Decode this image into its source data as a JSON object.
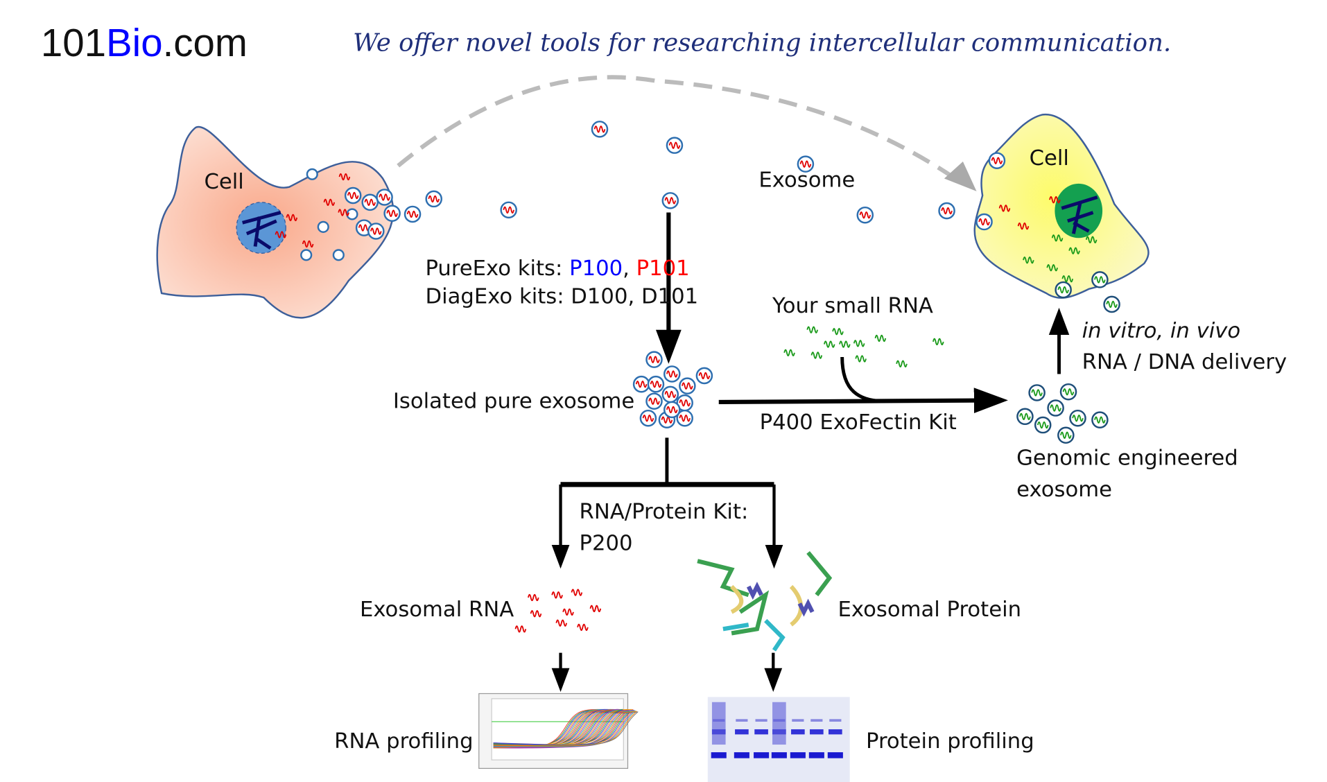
{
  "header": {
    "logo_prefix": "101",
    "logo_brand": "Bio",
    "logo_suffix": ".com",
    "tagline": "We offer novel tools for researching intercellular communication."
  },
  "diagram": {
    "source_cell_label": "Cell",
    "target_cell_label": "Cell",
    "exosome_label": "Exosome",
    "pureexo_prefix": "PureExo kits: ",
    "pureexo_p100": "P100",
    "pureexo_sep": ", ",
    "pureexo_p101": "P101",
    "diagexo": "DiagExo kits: D100, D101",
    "small_rna": "Your small RNA",
    "isolated": "Isolated pure exosome",
    "exofectin": "P400 ExoFectin Kit",
    "delivery_line1": "in vitro, in vivo",
    "delivery_line2": "RNA / DNA delivery",
    "engineered_line1": "Genomic engineered",
    "engineered_line2": "exosome",
    "rna_protein_kit_line1": "RNA/Protein Kit:",
    "rna_protein_kit_line2": "P200",
    "exosomal_rna": "Exosomal RNA",
    "exosomal_protein": "Exosomal Protein",
    "rna_profiling": "RNA profiling",
    "protein_profiling": "Protein profiling"
  },
  "colors": {
    "brand_blue": "#0000ff",
    "p100": "#0000ff",
    "p101": "#ff0000",
    "tagline": "#1f2f7a",
    "exosome_ring": "#2e6fb0",
    "rna_red": "#e00000",
    "rna_green": "#1a9a1a"
  }
}
